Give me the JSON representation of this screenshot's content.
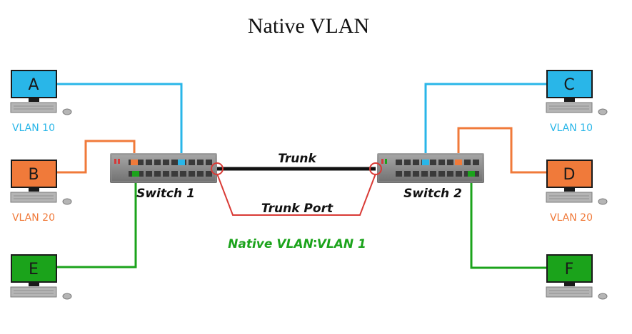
{
  "title": "Native VLAN",
  "colors": {
    "vlan10": "#29b6e8",
    "vlan20": "#f07a3a",
    "vlan1": "#1ba31b",
    "trunk_port": "#d93a35",
    "trunk": "#111111"
  },
  "hosts": {
    "a": {
      "letter": "A",
      "vlan": "VLAN 10"
    },
    "b": {
      "letter": "B",
      "vlan": "VLAN 20"
    },
    "e": {
      "letter": "E",
      "vlan": ""
    },
    "c": {
      "letter": "C",
      "vlan": "VLAN 10"
    },
    "d": {
      "letter": "D",
      "vlan": "VLAN 20"
    },
    "f": {
      "letter": "F",
      "vlan": ""
    }
  },
  "switch1": {
    "label": "Switch 1"
  },
  "switch2": {
    "label": "Switch 2"
  },
  "trunk_label": "Trunk",
  "trunk_port_label": "Trunk Port",
  "native_vlan_label": "Native VLAN∶VLAN 1"
}
